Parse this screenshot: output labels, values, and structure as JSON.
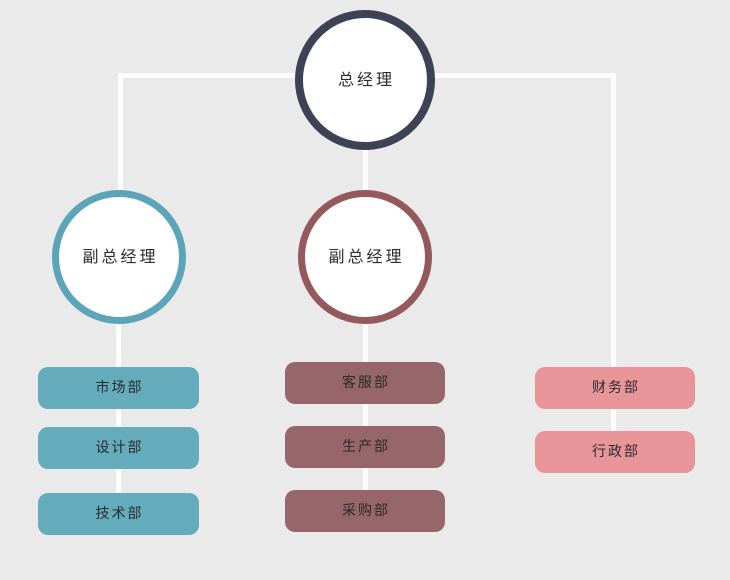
{
  "chart": {
    "type": "org-chart",
    "title": "",
    "background_color": "#eaeaea",
    "connector_color": "#ffffff",
    "root": {
      "id": "ceo",
      "label": "总经理",
      "shape": "circle",
      "border_color": "#3d4354",
      "fill_color": "#ffffff"
    },
    "branches": [
      {
        "id": "vp-left",
        "label": "副总经理",
        "shape": "circle",
        "border_color": "#5ca5b8",
        "fill_color": "#ffffff",
        "accent_color": "#64abbc",
        "departments": [
          {
            "id": "dept-marketing",
            "label": "市场部"
          },
          {
            "id": "dept-design",
            "label": "设计部"
          },
          {
            "id": "dept-technology",
            "label": "技术部"
          }
        ]
      },
      {
        "id": "vp-mid",
        "label": "副总经理",
        "shape": "circle",
        "border_color": "#95595c",
        "fill_color": "#ffffff",
        "accent_color": "#96666a",
        "departments": [
          {
            "id": "dept-customer-service",
            "label": "客服部"
          },
          {
            "id": "dept-production",
            "label": "生产部"
          },
          {
            "id": "dept-procurement",
            "label": "采购部"
          }
        ]
      },
      {
        "id": "branch-right",
        "label": "",
        "shape": "none",
        "accent_color": "#e8959a",
        "departments": [
          {
            "id": "dept-finance",
            "label": "财务部"
          },
          {
            "id": "dept-administration",
            "label": "行政部"
          }
        ]
      }
    ]
  }
}
